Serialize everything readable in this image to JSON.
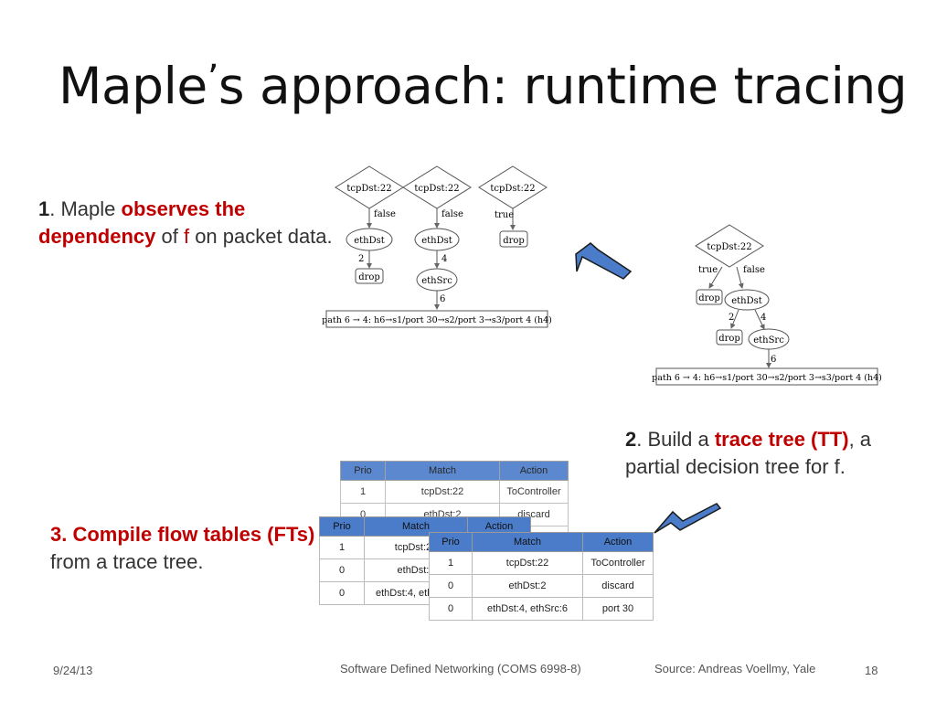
{
  "slide": {
    "title_pre": "Maple",
    "title_apos": "’",
    "title_post": "s approach: runtime tracing",
    "b1": {
      "num": "1",
      "t1": ".  Maple ",
      "red": "observes the dependency",
      "t2": " of ",
      "f": "f",
      "t3": " on packet data."
    },
    "b2": {
      "num": "2",
      "t1": ". Build a ",
      "red": "trace tree (TT)",
      "t2": ", a partial decision tree for f."
    },
    "b3": {
      "num": "3.",
      "red": "Compile flow tables (FTs)",
      "t1": " from a trace tree."
    }
  },
  "trees": {
    "n_tcp": "tcpDst:22",
    "n_eth": "ethDst",
    "n_src": "ethSrc",
    "n_drop": "drop",
    "e_true": "true",
    "e_false": "false",
    "e_2": "2",
    "e_4": "4",
    "e_6": "6",
    "path": "path 6 → 4: h6→s1/port 30→s2/port 3→s3/port 4 (h4)"
  },
  "flow_table": {
    "headers": [
      "Prio",
      "Match",
      "Action"
    ],
    "rows": [
      [
        "1",
        "tcpDst:22",
        "ToController"
      ],
      [
        "0",
        "ethDst:2",
        "discard"
      ],
      [
        "0",
        "ethDst:4, ethSrc:6",
        "port 30"
      ]
    ]
  },
  "footer": {
    "date": "9/24/13",
    "course": "Software Defined Networking (COMS 6998-8)",
    "source": "Source: Andreas Voellmy, Yale",
    "page": "18"
  }
}
